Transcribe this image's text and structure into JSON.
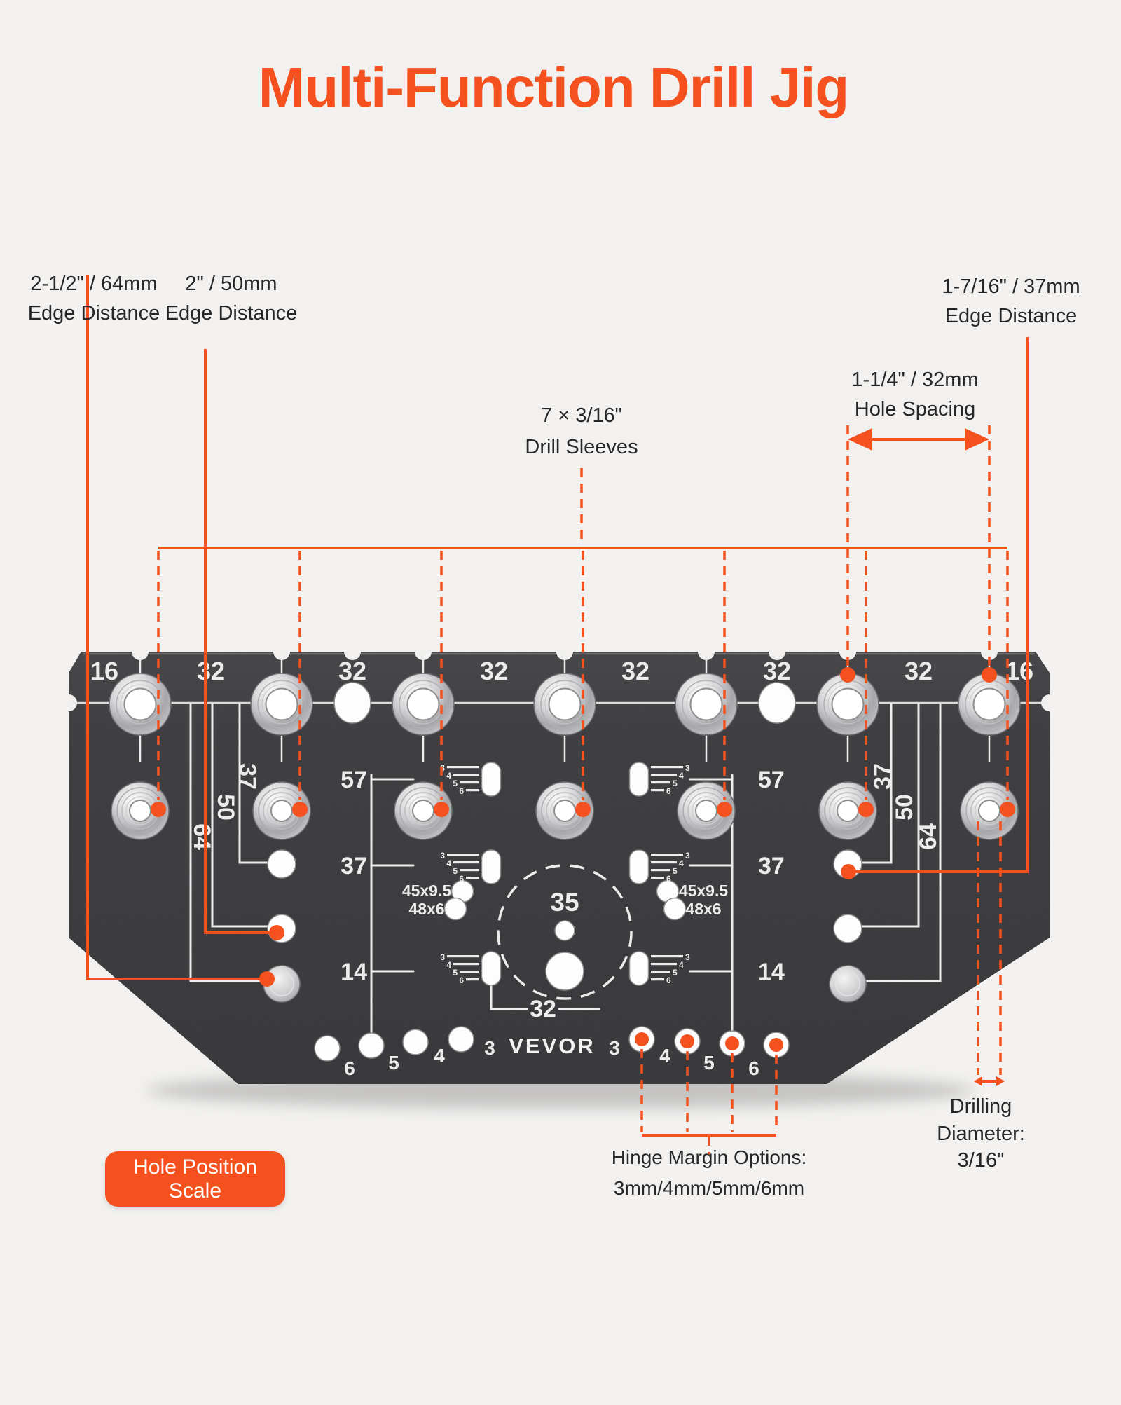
{
  "title": "Multi-Function Drill Jig",
  "colors": {
    "accent": "#f4511e",
    "background": "#f2f1ef",
    "plate": "#3a393b",
    "engraving": "#ececec",
    "ink": "#272727"
  },
  "labels": {
    "edge64": {
      "l1": "2-1/2\" / 64mm",
      "l2": "Edge Distance"
    },
    "edge50": {
      "l1": "2\" / 50mm",
      "l2": "Edge Distance"
    },
    "edge37": {
      "l1": "1-7/16\" / 37mm",
      "l2": "Edge Distance"
    },
    "sleeves": {
      "l1": "7 × 3/16\"",
      "l2": "Drill  Sleeves"
    },
    "spacing": {
      "l1": "1-1/4\" / 32mm",
      "l2": "Hole Spacing"
    },
    "drilling": {
      "l1": "Drilling",
      "l2": "Diameter:",
      "l3": "3/16\""
    },
    "hinge": {
      "l1": "Hinge Margin Options:",
      "l2": "3mm/4mm/5mm/6mm"
    }
  },
  "button": {
    "label": "Hole Position Scale"
  },
  "plate": {
    "brand": "VEVOR",
    "top_scale": [
      "16",
      "32",
      "32",
      "32",
      "32",
      "32",
      "32",
      "16"
    ],
    "left_scale": [
      "57",
      "37",
      "14"
    ],
    "right_scale": [
      "57",
      "37",
      "14"
    ],
    "left_offsets": [
      "37",
      "50",
      "64"
    ],
    "right_offsets": [
      "37",
      "50",
      "64"
    ],
    "cup_diameter": "35",
    "cup_spacing": "32",
    "slot_sizes": [
      "45x9.5",
      "48x6"
    ],
    "hinge_left": [
      "6",
      "5",
      "4",
      "3"
    ],
    "hinge_right": [
      "3",
      "4",
      "5",
      "6"
    ],
    "ladder": [
      "3",
      "4",
      "5",
      "6"
    ]
  }
}
